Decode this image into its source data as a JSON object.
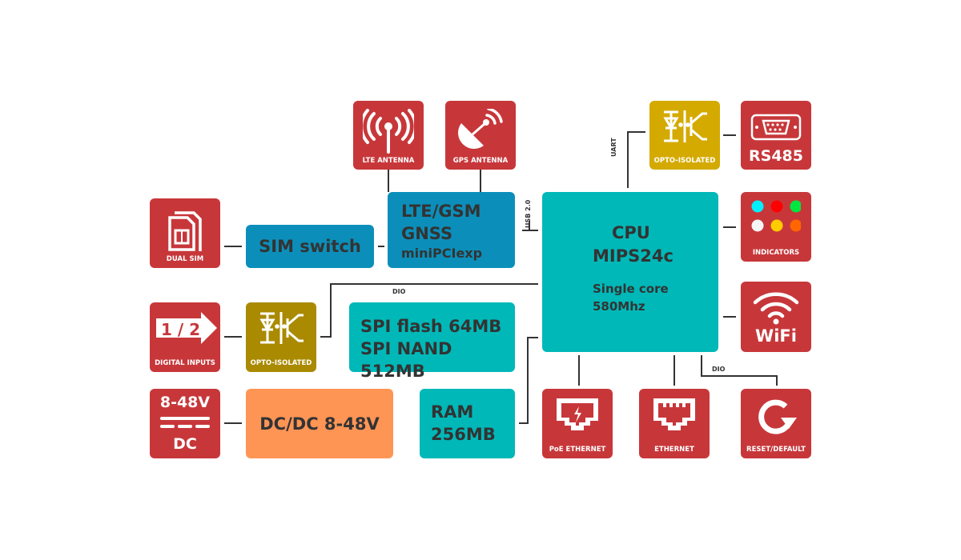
{
  "blocks": {
    "lte_antenna": "LTE ANTENNA",
    "gps_antenna": "GPS ANTENNA",
    "dual_sim": "DUAL SIM",
    "sim_switch": "SIM switch",
    "modem": {
      "line1": "LTE/GSM",
      "line2": "GNSS",
      "line3": "miniPCIexp"
    },
    "cpu": {
      "line1": "CPU",
      "line2": "MIPS24c",
      "line3": "Single core",
      "line4": "580Mhz"
    },
    "opto_top": "OPTO-ISOLATED",
    "rs485": "RS485",
    "indicators": "INDICATORS",
    "wifi": "WiFi",
    "digital_inputs": {
      "icon_text1": "1",
      "icon_text2": "2",
      "label": "DIGITAL INPUTS"
    },
    "opto_bottom": "OPTO-ISOLATED",
    "flash": {
      "line1": "SPI flash 64MB",
      "line2": "SPI NAND 512MB"
    },
    "power_in": {
      "voltage": "8-48V",
      "type": "DC"
    },
    "dcdc": "DC/DC 8-48V",
    "ram": {
      "line1": "RAM",
      "line2": "256MB"
    },
    "poe_ethernet": "PoE ETHERNET",
    "ethernet": "ETHERNET",
    "reset": "RESET/DEFAULT"
  },
  "links": {
    "usb": "USB 2.0",
    "uart": "UART",
    "dio_left": "DIO",
    "dio_right": "DIO"
  },
  "colors": {
    "red": "#c7373a",
    "modem_blue": "#0b8fba",
    "teal": "#00b8b8",
    "opto_top": "#d4aa00",
    "opto_bottom": "#a98a00",
    "dcdc": "#ff9555",
    "leds": [
      "#00f0ff",
      "#ff0000",
      "#00e640",
      "#f5f5f5",
      "#ffcc00",
      "#ff6600"
    ]
  }
}
